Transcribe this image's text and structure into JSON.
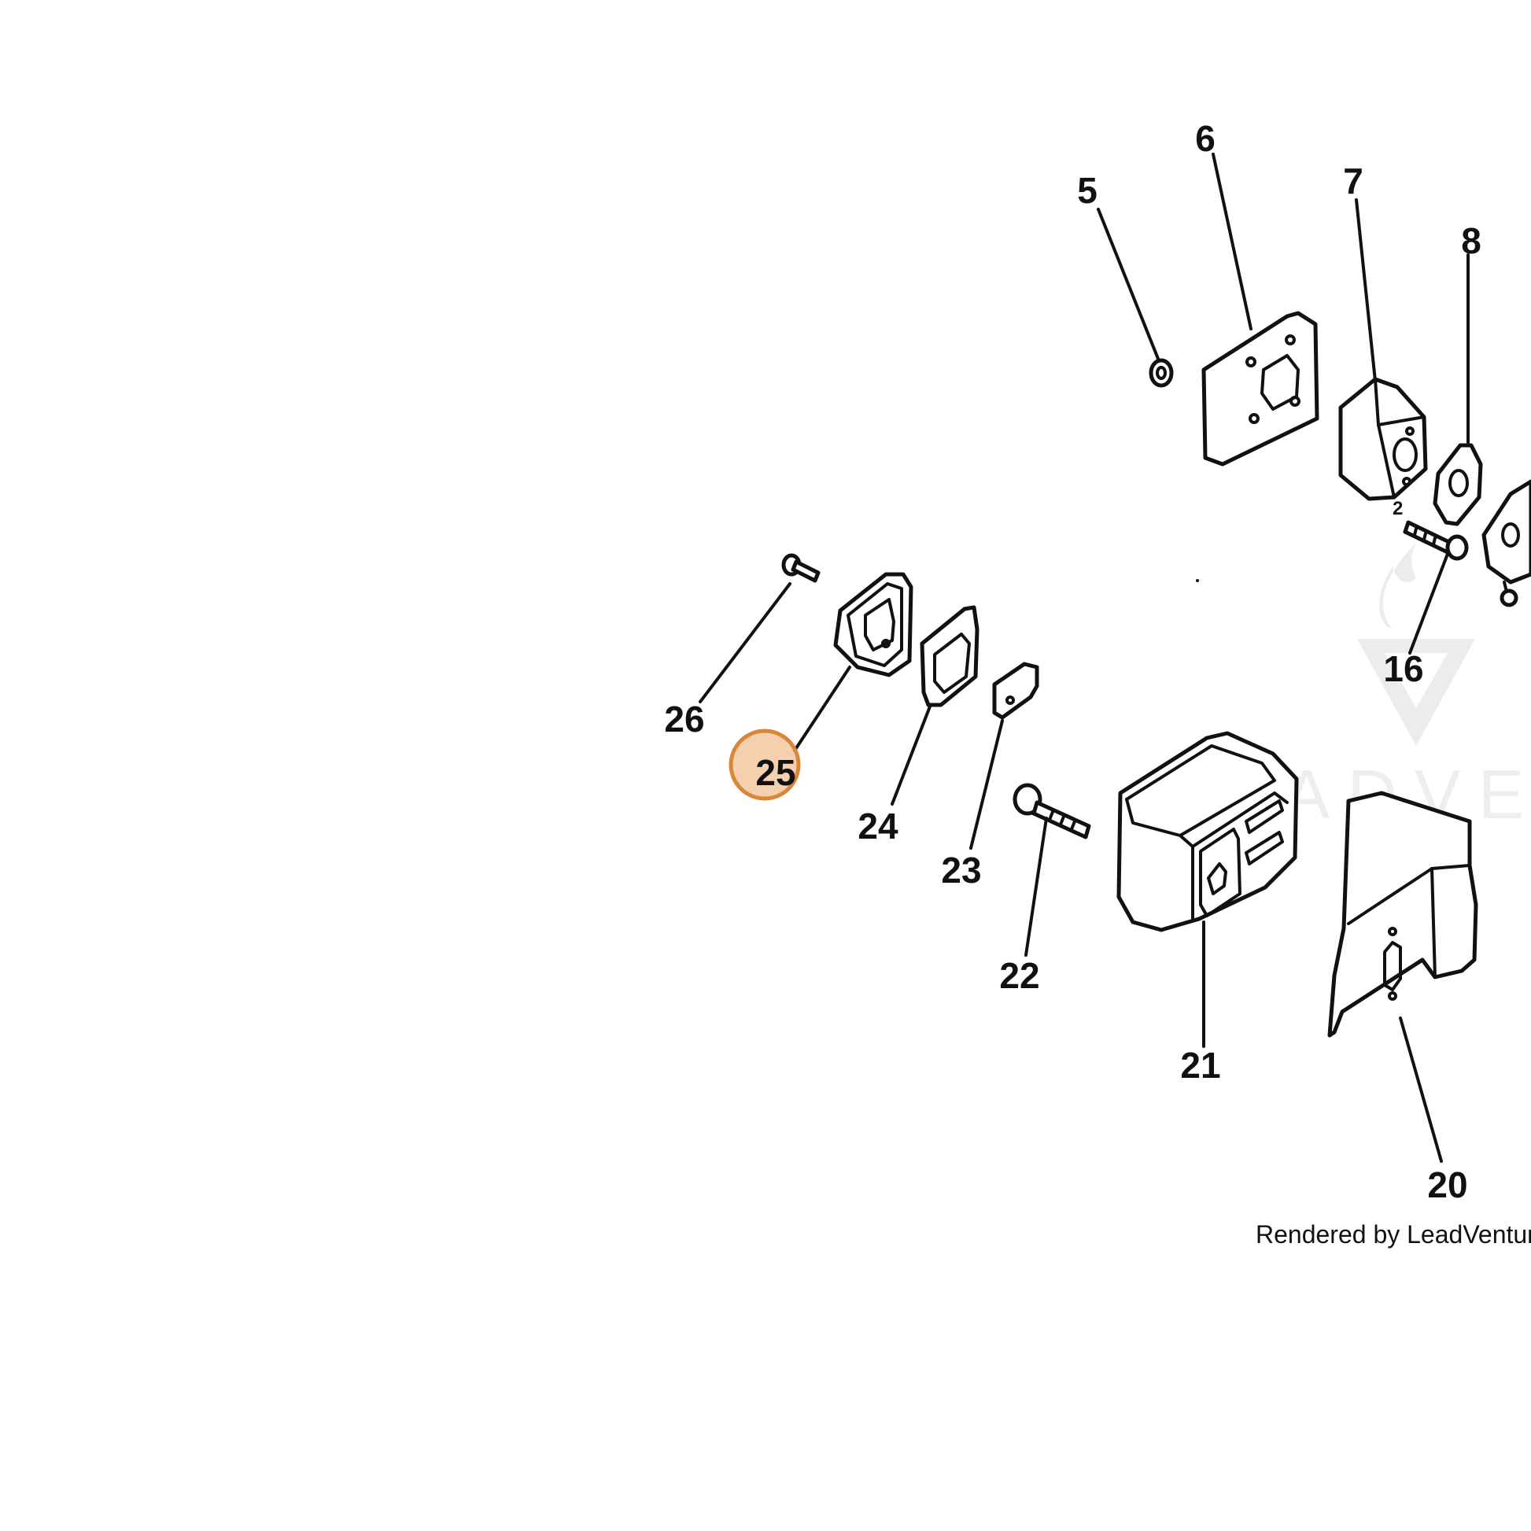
{
  "diagram": {
    "callouts": [
      {
        "id": "5",
        "label": "5"
      },
      {
        "id": "6",
        "label": "6"
      },
      {
        "id": "7",
        "label": "7"
      },
      {
        "id": "8",
        "label": "8"
      },
      {
        "id": "16",
        "label": "16"
      },
      {
        "id": "20",
        "label": "20"
      },
      {
        "id": "21",
        "label": "21"
      },
      {
        "id": "22",
        "label": "22"
      },
      {
        "id": "23",
        "label": "23"
      },
      {
        "id": "24",
        "label": "24"
      },
      {
        "id": "25",
        "label": "25"
      },
      {
        "id": "26",
        "label": "26"
      }
    ],
    "small_mark": "2",
    "highlighted_callout": "25",
    "highlight_color": "#e9a25f",
    "credit": "Rendered by LeadVenture,",
    "watermark": "LEADVENT"
  }
}
